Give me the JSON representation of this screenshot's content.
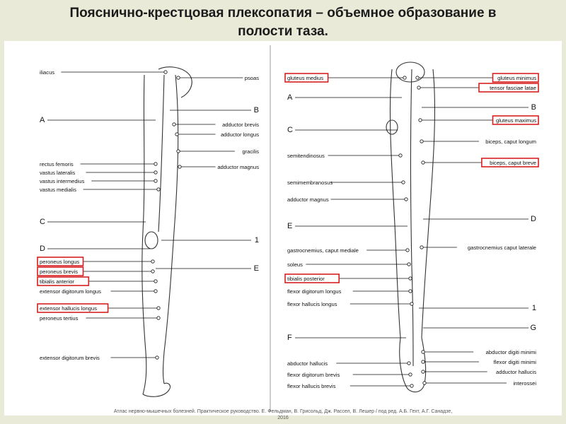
{
  "title_line1": "Пояснично-крестцовая плексопатия – объемное образование в",
  "title_line2": "полости таза.",
  "caption_line1": "Атлас нервно-мышечных болезней. Практическое руководство. Е. Фельдман, В. Грисольд, Дж. Рассел, В. Лешер / под ред. А.Б. Гехт, А.Г. Санадзе,",
  "caption_line2": "2016",
  "left_panel": {
    "left_labels": [
      "iliacus",
      "A",
      "rectus femoris",
      "vastus lateralis",
      "vastus intermedius",
      "vastus medialis",
      "C",
      "D",
      "peroneus longus",
      "peroneus brevis",
      "tibialis anterior",
      "extensor digitorum longus",
      "extensor hallucis longus",
      "peroneus tertius",
      "extensor digitorum brevis"
    ],
    "right_labels": [
      "psoas",
      "B",
      "adductor brevis",
      "adductor longus",
      "gracilis",
      "adductor magnus",
      "1",
      "E"
    ],
    "highlighted": [
      "peroneus longus",
      "peroneus brevis",
      "tibialis anterior",
      "extensor hallucis longus"
    ]
  },
  "right_panel": {
    "left_labels": [
      "gluteus medius",
      "A",
      "C",
      "semitendinosus",
      "semimembranosus",
      "adductor magnus",
      "E",
      "gastrocnemius, caput mediale",
      "soleus",
      "tibialis posterior",
      "flexor digitorum longus",
      "flexor hallucis longus",
      "F",
      "abductor hallucis",
      "flexor digitorum brevis",
      "flexor hallucis brevis"
    ],
    "right_labels": [
      "gluteus minimus",
      "tensor fasciae latae",
      "B",
      "gluteus maximus",
      "biceps, caput longum",
      "biceps, caput breve",
      "D",
      "gastrocnemius caput laterale",
      "1",
      "G",
      "abductor digiti minimi",
      "flexor digiti minimi",
      "adductor hallucis",
      "interossei"
    ],
    "highlighted": [
      "gluteus medius",
      "gluteus minimus",
      "tensor fasciae latae",
      "gluteus maximus",
      "biceps, caput breve",
      "tibialis posterior"
    ]
  },
  "colors": {
    "background": "#e9ead8",
    "highlight": "#d62020",
    "ink": "#111111"
  }
}
